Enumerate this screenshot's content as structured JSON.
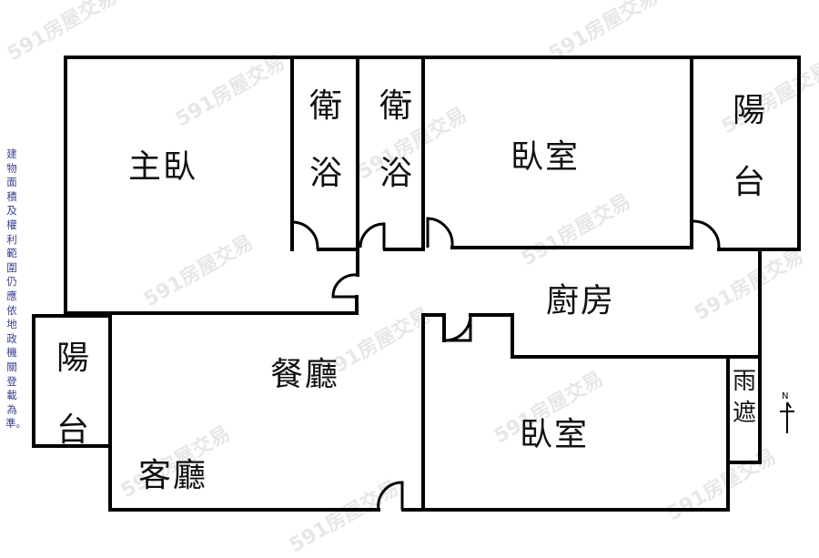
{
  "floorplan": {
    "rooms": {
      "master_bedroom": "主臥",
      "bathroom_1": "衛浴",
      "bathroom_2": "衛浴",
      "bedroom_top": "臥室",
      "balcony_right": "陽台",
      "kitchen": "廚房",
      "balcony_left": "陽台",
      "dining_room": "餐廳",
      "living_room": "客廳",
      "bedroom_bottom": "臥室",
      "canopy": "雨遮"
    },
    "compass": {
      "label": "N"
    },
    "disclaimer": "建物面積及權利範圍仍應依地政機關登載為準。",
    "watermark": "591房屋交易",
    "colors": {
      "wall": "#000000",
      "background": "#ffffff",
      "disclaimer_text": "#3a3f8f",
      "watermark": "#bdbdbd"
    }
  }
}
